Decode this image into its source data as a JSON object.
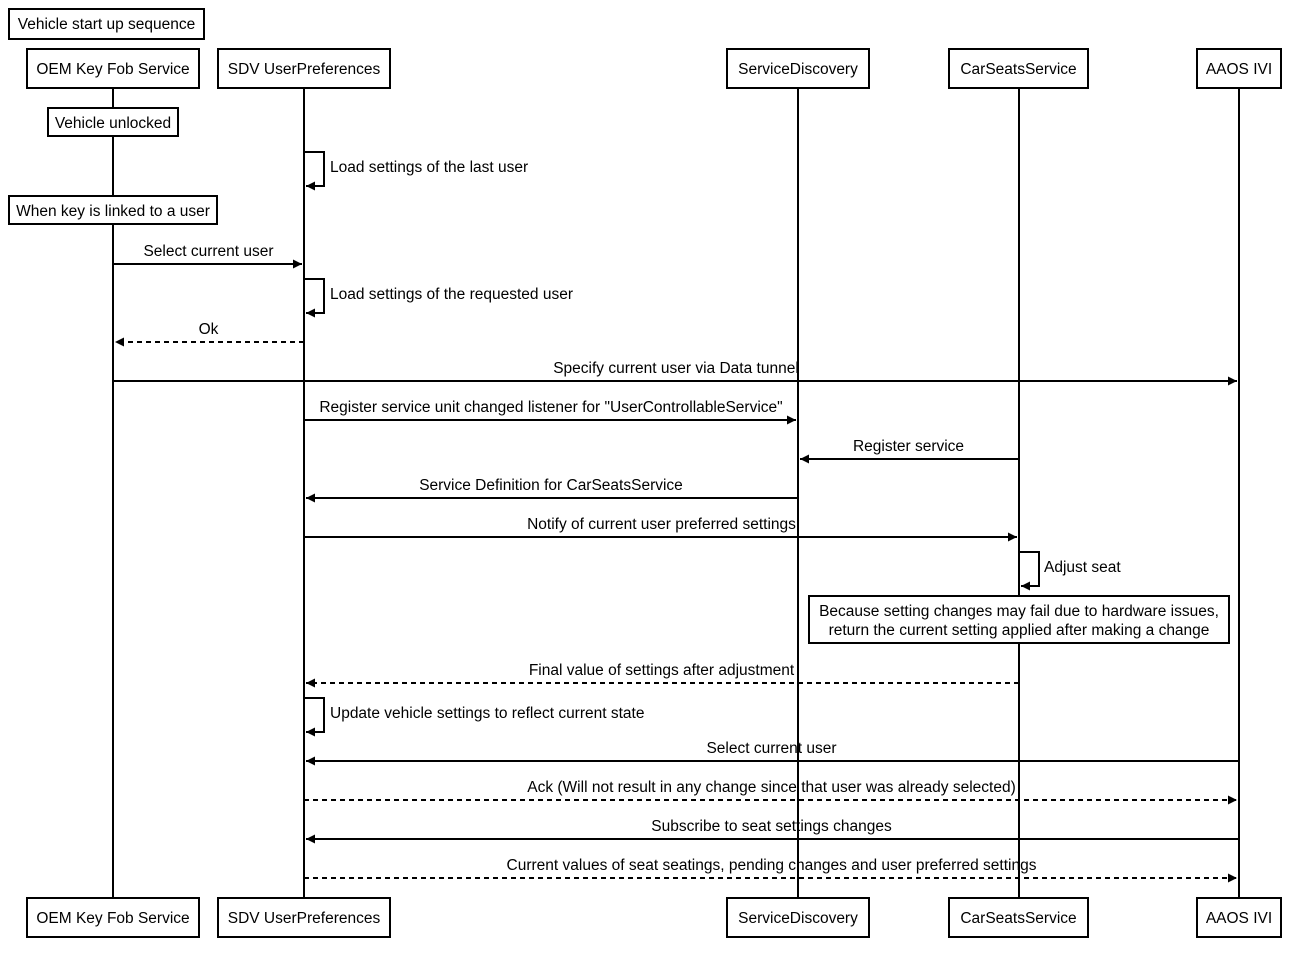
{
  "title": "Vehicle start up sequence",
  "participants": [
    {
      "id": "oem",
      "label": "OEM Key Fob Service"
    },
    {
      "id": "sdv",
      "label": "SDV UserPreferences"
    },
    {
      "id": "sd",
      "label": "ServiceDiscovery"
    },
    {
      "id": "cs",
      "label": "CarSeatsService"
    },
    {
      "id": "ivi",
      "label": "AAOS IVI"
    }
  ],
  "notes": [
    {
      "over": "oem",
      "lines": [
        "Vehicle unlocked"
      ]
    },
    {
      "over": "oem",
      "lines": [
        "When key is linked to a user"
      ]
    },
    {
      "over": "cs",
      "lines": [
        "Because setting changes may fail due to hardware issues,",
        "return the current setting applied after making a change"
      ]
    }
  ],
  "messages": [
    {
      "from": "sdv",
      "to": "sdv",
      "label": "Load settings of the last user",
      "style": "solid"
    },
    {
      "from": "oem",
      "to": "sdv",
      "label": "Select current user",
      "style": "solid"
    },
    {
      "from": "sdv",
      "to": "sdv",
      "label": "Load settings of the requested user",
      "style": "solid"
    },
    {
      "from": "sdv",
      "to": "oem",
      "label": "Ok",
      "style": "dashed"
    },
    {
      "from": "oem",
      "to": "ivi",
      "label": "Specify current user via Data tunnel",
      "style": "solid"
    },
    {
      "from": "sdv",
      "to": "sd",
      "label": "Register service unit changed listener for \"UserControllableService\"",
      "style": "solid"
    },
    {
      "from": "cs",
      "to": "sd",
      "label": "Register service",
      "style": "solid"
    },
    {
      "from": "sd",
      "to": "sdv",
      "label": "Service Definition for CarSeatsService",
      "style": "solid"
    },
    {
      "from": "sdv",
      "to": "cs",
      "label": "Notify of current user preferred settings",
      "style": "solid"
    },
    {
      "from": "cs",
      "to": "cs",
      "label": "Adjust seat",
      "style": "solid"
    },
    {
      "from": "cs",
      "to": "sdv",
      "label": "Final value of settings after adjustment",
      "style": "dashed"
    },
    {
      "from": "sdv",
      "to": "sdv",
      "label": "Update vehicle settings to reflect current state",
      "style": "solid"
    },
    {
      "from": "ivi",
      "to": "sdv",
      "label": "Select current user",
      "style": "solid"
    },
    {
      "from": "sdv",
      "to": "ivi",
      "label": "Ack (Will not result in any change since that user was already selected)",
      "style": "dashed"
    },
    {
      "from": "ivi",
      "to": "sdv",
      "label": "Subscribe to seat settings changes",
      "style": "solid"
    },
    {
      "from": "sdv",
      "to": "ivi",
      "label": "Current values of seat seatings, pending changes and user preferred settings",
      "style": "dashed"
    }
  ]
}
